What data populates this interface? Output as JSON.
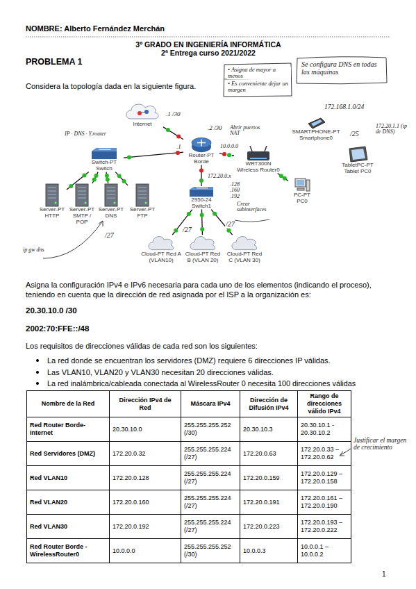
{
  "diagram": {
    "nodes": [
      {
        "text": [
          "Internet"
        ]
      },
      {
        "text": [
          "Router-PT Borde"
        ]
      },
      {
        "text": [
          "Switch-PT Switch"
        ]
      },
      {
        "text": [
          "Server-PT HTTP"
        ]
      },
      {
        "text": [
          "Server-PT SMTP / POP"
        ]
      },
      {
        "text": [
          "Server-PT DNS"
        ]
      },
      {
        "text": [
          "Server-PT FTP"
        ]
      },
      {
        "text": [
          "2950-24 Switch1"
        ]
      },
      {
        "text": [
          "Cloud-PT Red A (VLAN10)"
        ]
      },
      {
        "text": [
          "Cloud-PT Red B (VLAN 20)"
        ]
      },
      {
        "text": [
          "Cloud-PT Red C (VLAN 30)"
        ]
      },
      {
        "text": [
          "WRT300N Wireless Router0"
        ]
      },
      {
        "text": [
          "SMARTPHONE-PT Smartphone0"
        ]
      },
      {
        "text": [
          "TabletPC-PT Tablet PC0"
        ]
      },
      {
        "text": [
          "PC-PT PC0"
        ]
      }
    ],
    "edges": [
      {
        "from": 0,
        "to": 1,
        "arrow": "none"
      },
      {
        "from": 2,
        "to": 1,
        "arrow": "none"
      },
      {
        "from": 2,
        "to": 3,
        "arrow": "none"
      },
      {
        "from": 2,
        "to": 4,
        "arrow": "none"
      },
      {
        "from": 2,
        "to": 5,
        "arrow": "none"
      },
      {
        "from": 2,
        "to": 6,
        "arrow": "none"
      },
      {
        "from": 1,
        "to": 7,
        "arrow": "none"
      },
      {
        "from": 7,
        "to": 8,
        "arrow": "none"
      },
      {
        "from": 7,
        "to": 9,
        "arrow": "none"
      },
      {
        "from": 7,
        "to": 10,
        "arrow": "none"
      },
      {
        "from": 1,
        "to": 11,
        "arrow": "none"
      },
      {
        "from": 11,
        "to": 14,
        "arrow": "none"
      }
    ],
    "labels": [
      "NOMBRE: Alberto Fernández Merchán",
      "3º GRADO EN INGENIERÍA INFORMÁTICA",
      "2ª Entrega curso 2021/2022",
      "PROBLEMA 1",
      "Considera la topología dada en la siguiente figura.",
      "Asigna la configuración IPv4 e IPv6 necesaria para cada uno de los elementos (indicando el proceso), teniendo en cuenta que la dirección de red asignada por el ISP a la organización es:",
      "20.30.10.0 /30",
      "2002:70:FFE::/48",
      "Los requisitos de direcciones válidas de cada red son los siguientes:",
      "La red donde se encuentran los servidores (DMZ) requiere 6 direcciones IP válidas.",
      "Las VLAN10, VLAN20 y VLAN30 necesitan 20 direcciones válidas.",
      "La red inalámbrica/cableada conectada al WirelessRouter 0 necesita 100 direcciones válidas",
      "Nombre de la Red",
      "Dirección IPv4 de Red",
      "Máscara IPv4",
      "Dirección de Difusión IPv4",
      "Rango de direcciones válido IPv4",
      "Red Router Borde-Internet",
      "20.30.10.0",
      "255.255.255.252 (/30)",
      "20.30.10.3",
      "20.30.10.1 - 20.30.10.2",
      "Red Servidores (DMZ)",
      "172.20.0.32",
      "255.255.255.224 (/27)",
      "172.20.0.63",
      "172.20.0.33 – 172.20.0.62",
      "Red VLAN10",
      "172.20.0.128",
      "255.255.255.224 (/27)",
      "172.20.0.159",
      "172.20.0.129 – 172.20.0.158",
      "Red VLAN20",
      "172.20.0.160",
      "255.255.255.224 (/27)",
      "172.20.0.191",
      "172.20.0.161 – 172.20.0.190",
      "Red VLAN30",
      "172.20.0.192",
      "255.255.255.224 (/27)",
      "172.20.0.223",
      "172.20.0.193 – 172.20.0.222",
      "Red Router Borde - WirelessRouter0",
      "10.0.0.0",
      "255.255.255.252 (/30)",
      "10.0.0.3",
      "10.0.0.1 – 10.0.0.2",
      "1",
      "• Asigna de mayor a menos",
      "• Es conveniente dejar un margen",
      "Se configura DNS en todas las máquinas",
      ".1 /30",
      ".2 /30",
      "Abrir puertos NAT",
      "IP · DNS · Y.router",
      ".1",
      "10.0.0.0",
      "172.20.0.x",
      ".128 .160 .192",
      "Crear subinterfaces",
      "172.168.1.0/24",
      "/25",
      "172.20.1.1 (ip de DNS)",
      "/27",
      "/27",
      "/27",
      "ip gw dns",
      "Justificar el margen de crecimiento"
    ]
  }
}
